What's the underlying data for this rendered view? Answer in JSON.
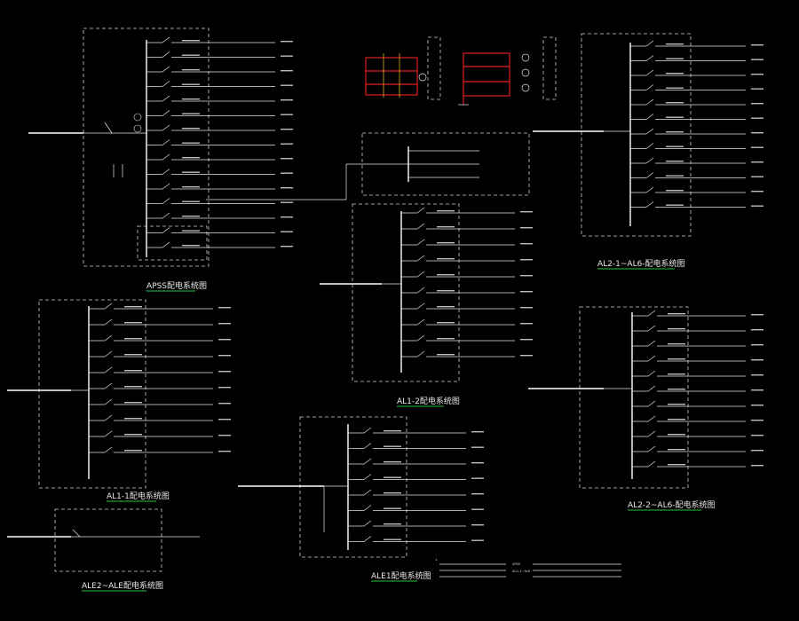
{
  "drawing": {
    "titles": {
      "apss": "APSS配电系统图",
      "al1_2": "AL1-2配电系统图",
      "al2_1": "AL2-1~AL6-配电系统图",
      "al1_1": "AL1-1配电系统图",
      "al2_2": "AL2-2~AL6-配电系统图",
      "ale1": "ALE1配电系统图",
      "ale2": "ALE2~ALE配电系统图"
    },
    "colors": {
      "background": "#000000",
      "lines": "#ffffff",
      "title_underline": "#23c23a",
      "control_circuit": "#e02020",
      "control_contacts": "#e0b020"
    },
    "notes_block": {
      "line1": "1.",
      "line2": "APSS",
      "line3": "AL2-1~AL6"
    }
  }
}
